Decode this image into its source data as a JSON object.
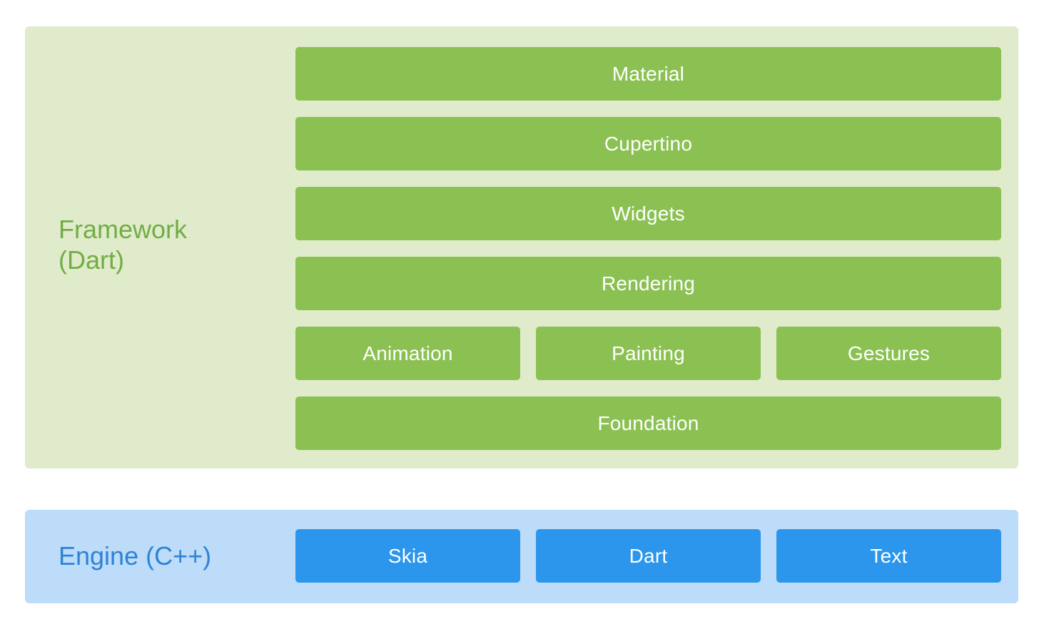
{
  "framework": {
    "label": "Framework\n(Dart)",
    "color": "#72ad44",
    "panel_color": "#dfebcb",
    "box_color": "#8bc152",
    "layers": {
      "material": "Material",
      "cupertino": "Cupertino",
      "widgets": "Widgets",
      "rendering": "Rendering",
      "animation": "Animation",
      "painting": "Painting",
      "gestures": "Gestures",
      "foundation": "Foundation"
    }
  },
  "engine": {
    "label": "Engine (C++)",
    "color": "#2e83d5",
    "panel_color": "#bcdcf9",
    "box_color": "#2b96ec",
    "components": {
      "skia": "Skia",
      "dart": "Dart",
      "text": "Text"
    }
  }
}
